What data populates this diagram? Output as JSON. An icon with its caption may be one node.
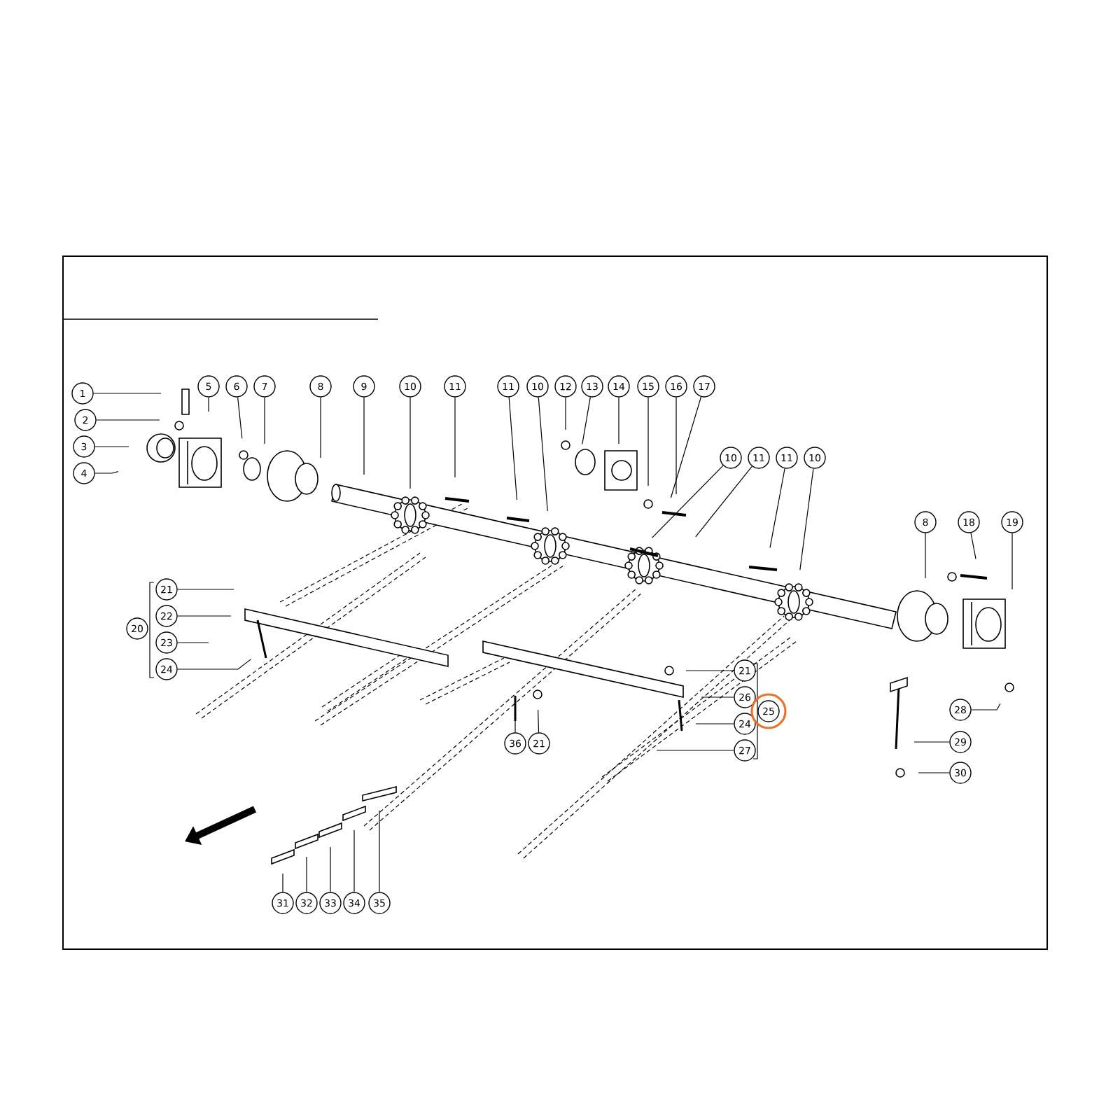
{
  "diagram": {
    "nodes": [
      {
        "text": [
          "1"
        ]
      },
      {
        "text": [
          "2"
        ]
      },
      {
        "text": [
          "3"
        ]
      },
      {
        "text": [
          "4"
        ]
      },
      {
        "text": [
          "5"
        ]
      },
      {
        "text": [
          "6"
        ]
      },
      {
        "text": [
          "7"
        ]
      },
      {
        "text": [
          "8"
        ]
      },
      {
        "text": [
          "9"
        ]
      },
      {
        "text": [
          "10"
        ]
      },
      {
        "text": [
          "11"
        ]
      },
      {
        "text": [
          "11"
        ]
      },
      {
        "text": [
          "10"
        ]
      },
      {
        "text": [
          "12"
        ]
      },
      {
        "text": [
          "13"
        ]
      },
      {
        "text": [
          "14"
        ]
      },
      {
        "text": [
          "15"
        ]
      },
      {
        "text": [
          "16"
        ]
      },
      {
        "text": [
          "17"
        ]
      },
      {
        "text": [
          "10"
        ]
      },
      {
        "text": [
          "11"
        ]
      },
      {
        "text": [
          "11"
        ]
      },
      {
        "text": [
          "10"
        ]
      },
      {
        "text": [
          "8"
        ]
      },
      {
        "text": [
          "18"
        ]
      },
      {
        "text": [
          "19"
        ]
      },
      {
        "text": [
          "21"
        ]
      },
      {
        "text": [
          "22"
        ]
      },
      {
        "text": [
          "20"
        ]
      },
      {
        "text": [
          "23"
        ]
      },
      {
        "text": [
          "24"
        ]
      },
      {
        "text": [
          "21"
        ]
      },
      {
        "text": [
          "26"
        ]
      },
      {
        "text": [
          "25"
        ]
      },
      {
        "text": [
          "24"
        ]
      },
      {
        "text": [
          "27"
        ]
      },
      {
        "text": [
          "28"
        ]
      },
      {
        "text": [
          "36"
        ]
      },
      {
        "text": [
          "21"
        ]
      },
      {
        "text": [
          "29"
        ]
      },
      {
        "text": [
          "30"
        ]
      },
      {
        "text": [
          "31"
        ]
      },
      {
        "text": [
          "32"
        ]
      },
      {
        "text": [
          "33"
        ]
      },
      {
        "text": [
          "34"
        ]
      },
      {
        "text": [
          "35"
        ]
      }
    ],
    "edges": [
      {
        "from": 0,
        "to": null,
        "arrow": "none"
      },
      {
        "from": 1,
        "to": null,
        "arrow": "none"
      },
      {
        "from": 2,
        "to": null,
        "arrow": "none"
      },
      {
        "from": 3,
        "to": null,
        "arrow": "none"
      },
      {
        "from": 4,
        "to": null,
        "arrow": "none"
      },
      {
        "from": 5,
        "to": null,
        "arrow": "none"
      },
      {
        "from": 6,
        "to": null,
        "arrow": "none"
      },
      {
        "from": 7,
        "to": null,
        "arrow": "none"
      },
      {
        "from": 8,
        "to": null,
        "arrow": "none"
      },
      {
        "from": 9,
        "to": null,
        "arrow": "none"
      },
      {
        "from": 10,
        "to": null,
        "arrow": "none"
      },
      {
        "from": 11,
        "to": null,
        "arrow": "none"
      },
      {
        "from": 12,
        "to": null,
        "arrow": "none"
      },
      {
        "from": 13,
        "to": null,
        "arrow": "none"
      },
      {
        "from": 14,
        "to": null,
        "arrow": "none"
      },
      {
        "from": 15,
        "to": null,
        "arrow": "none"
      },
      {
        "from": 16,
        "to": null,
        "arrow": "none"
      },
      {
        "from": 17,
        "to": null,
        "arrow": "none"
      },
      {
        "from": 18,
        "to": null,
        "arrow": "none"
      },
      {
        "from": 19,
        "to": null,
        "arrow": "none"
      },
      {
        "from": 20,
        "to": null,
        "arrow": "none"
      },
      {
        "from": 21,
        "to": null,
        "arrow": "none"
      },
      {
        "from": 22,
        "to": null,
        "arrow": "none"
      },
      {
        "from": 23,
        "to": null,
        "arrow": "none"
      },
      {
        "from": 24,
        "to": null,
        "arrow": "none"
      },
      {
        "from": 25,
        "to": null,
        "arrow": "none"
      },
      {
        "from": 26,
        "to": null,
        "arrow": "none"
      },
      {
        "from": 27,
        "to": null,
        "arrow": "none"
      },
      {
        "from": 29,
        "to": null,
        "arrow": "none"
      },
      {
        "from": 30,
        "to": null,
        "arrow": "none"
      },
      {
        "from": 31,
        "to": null,
        "arrow": "none"
      },
      {
        "from": 32,
        "to": null,
        "arrow": "none"
      },
      {
        "from": 34,
        "to": null,
        "arrow": "none"
      },
      {
        "from": 35,
        "to": null,
        "arrow": "none"
      },
      {
        "from": 36,
        "to": null,
        "arrow": "none"
      },
      {
        "from": 37,
        "to": null,
        "arrow": "none"
      },
      {
        "from": 38,
        "to": null,
        "arrow": "none"
      },
      {
        "from": 39,
        "to": null,
        "arrow": "none"
      },
      {
        "from": 40,
        "to": null,
        "arrow": "none"
      },
      {
        "from": 41,
        "to": null,
        "arrow": "none"
      },
      {
        "from": 42,
        "to": null,
        "arrow": "none"
      },
      {
        "from": 43,
        "to": null,
        "arrow": "none"
      },
      {
        "from": 44,
        "to": null,
        "arrow": "none"
      },
      {
        "from": 45,
        "to": null,
        "arrow": "none"
      }
    ]
  }
}
